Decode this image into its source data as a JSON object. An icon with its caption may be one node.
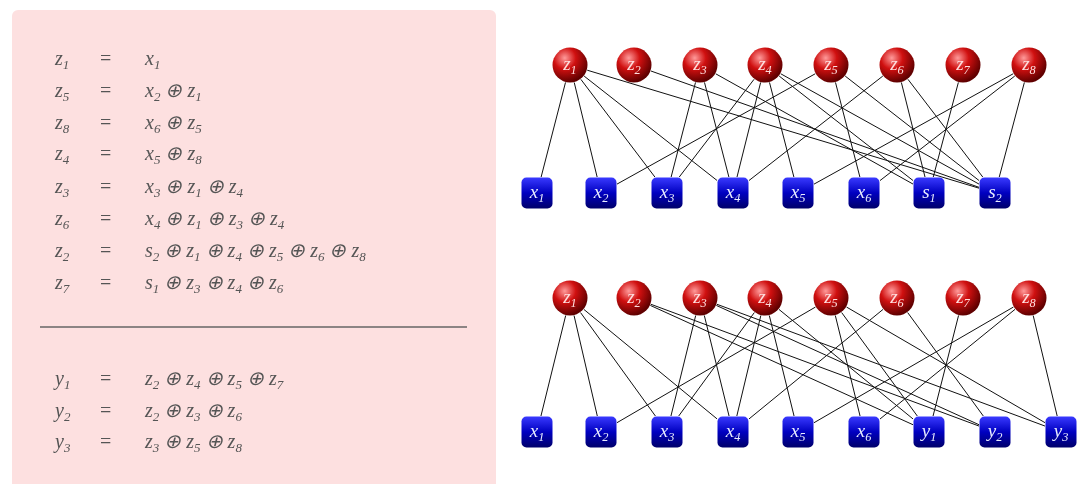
{
  "diagram": {
    "nodes": [
      {
        "text": [
          "z$_{1}$"
        ]
      },
      {
        "text": [
          "z$_{2}$"
        ]
      },
      {
        "text": [
          "z$_{3}$"
        ]
      },
      {
        "text": [
          "z$_{4}$"
        ]
      },
      {
        "text": [
          "z$_{5}$"
        ]
      },
      {
        "text": [
          "z$_{6}$"
        ]
      },
      {
        "text": [
          "z$_{7}$"
        ]
      },
      {
        "text": [
          "z$_{8}$"
        ]
      },
      {
        "text": [
          "x$_{1}$"
        ]
      },
      {
        "text": [
          "x$_{2}$"
        ]
      },
      {
        "text": [
          "x$_{3}$"
        ]
      },
      {
        "text": [
          "x$_{4}$"
        ]
      },
      {
        "text": [
          "x$_{5}$"
        ]
      },
      {
        "text": [
          "x$_{6}$"
        ]
      },
      {
        "text": [
          "s$_{1}$"
        ]
      },
      {
        "text": [
          "s$_{2}$"
        ]
      },
      {
        "text": [
          "z$_{1}$"
        ]
      },
      {
        "text": [
          "z$_{2}$"
        ]
      },
      {
        "text": [
          "z$_{3}$"
        ]
      },
      {
        "text": [
          "z$_{4}$"
        ]
      },
      {
        "text": [
          "z$_{5}$"
        ]
      },
      {
        "text": [
          "z$_{6}$"
        ]
      },
      {
        "text": [
          "z$_{7}$"
        ]
      },
      {
        "text": [
          "z$_{8}$"
        ]
      },
      {
        "text": [
          "x$_{1}$"
        ]
      },
      {
        "text": [
          "x$_{2}$"
        ]
      },
      {
        "text": [
          "x$_{3}$"
        ]
      },
      {
        "text": [
          "x$_{4}$"
        ]
      },
      {
        "text": [
          "x$_{5}$"
        ]
      },
      {
        "text": [
          "x$_{6}$"
        ]
      },
      {
        "text": [
          "y$_{1}$"
        ]
      },
      {
        "text": [
          "y$_{2}$"
        ]
      },
      {
        "text": [
          "y$_{3}$"
        ]
      }
    ],
    "edges": [
      {
        "from": 0,
        "to": 8,
        "arrow": "none"
      },
      {
        "from": 0,
        "to": 9,
        "arrow": "none"
      },
      {
        "from": 4,
        "to": 9,
        "arrow": "none"
      },
      {
        "from": 0,
        "to": 10,
        "arrow": "none"
      },
      {
        "from": 2,
        "to": 10,
        "arrow": "none"
      },
      {
        "from": 3,
        "to": 10,
        "arrow": "none"
      },
      {
        "from": 0,
        "to": 11,
        "arrow": "none"
      },
      {
        "from": 2,
        "to": 11,
        "arrow": "none"
      },
      {
        "from": 3,
        "to": 11,
        "arrow": "none"
      },
      {
        "from": 5,
        "to": 11,
        "arrow": "none"
      },
      {
        "from": 3,
        "to": 12,
        "arrow": "none"
      },
      {
        "from": 7,
        "to": 12,
        "arrow": "none"
      },
      {
        "from": 4,
        "to": 13,
        "arrow": "none"
      },
      {
        "from": 7,
        "to": 13,
        "arrow": "none"
      },
      {
        "from": 2,
        "to": 14,
        "arrow": "none"
      },
      {
        "from": 3,
        "to": 14,
        "arrow": "none"
      },
      {
        "from": 5,
        "to": 14,
        "arrow": "none"
      },
      {
        "from": 6,
        "to": 14,
        "arrow": "none"
      },
      {
        "from": 0,
        "to": 15,
        "arrow": "none"
      },
      {
        "from": 1,
        "to": 15,
        "arrow": "none"
      },
      {
        "from": 3,
        "to": 15,
        "arrow": "none"
      },
      {
        "from": 4,
        "to": 15,
        "arrow": "none"
      },
      {
        "from": 5,
        "to": 15,
        "arrow": "none"
      },
      {
        "from": 7,
        "to": 15,
        "arrow": "none"
      },
      {
        "from": 16,
        "to": 24,
        "arrow": "none"
      },
      {
        "from": 16,
        "to": 25,
        "arrow": "none"
      },
      {
        "from": 20,
        "to": 25,
        "arrow": "none"
      },
      {
        "from": 16,
        "to": 26,
        "arrow": "none"
      },
      {
        "from": 18,
        "to": 26,
        "arrow": "none"
      },
      {
        "from": 19,
        "to": 26,
        "arrow": "none"
      },
      {
        "from": 16,
        "to": 27,
        "arrow": "none"
      },
      {
        "from": 18,
        "to": 27,
        "arrow": "none"
      },
      {
        "from": 19,
        "to": 27,
        "arrow": "none"
      },
      {
        "from": 21,
        "to": 27,
        "arrow": "none"
      },
      {
        "from": 19,
        "to": 28,
        "arrow": "none"
      },
      {
        "from": 23,
        "to": 28,
        "arrow": "none"
      },
      {
        "from": 20,
        "to": 29,
        "arrow": "none"
      },
      {
        "from": 23,
        "to": 29,
        "arrow": "none"
      },
      {
        "from": 17,
        "to": 30,
        "arrow": "none"
      },
      {
        "from": 19,
        "to": 30,
        "arrow": "none"
      },
      {
        "from": 20,
        "to": 30,
        "arrow": "none"
      },
      {
        "from": 22,
        "to": 30,
        "arrow": "none"
      },
      {
        "from": 17,
        "to": 31,
        "arrow": "none"
      },
      {
        "from": 18,
        "to": 31,
        "arrow": "none"
      },
      {
        "from": 21,
        "to": 31,
        "arrow": "none"
      },
      {
        "from": 18,
        "to": 32,
        "arrow": "none"
      },
      {
        "from": 20,
        "to": 32,
        "arrow": "none"
      },
      {
        "from": 23,
        "to": 32,
        "arrow": "none"
      }
    ],
    "labels": [
      "z$_{1}$",
      "=",
      "x$_{1}$",
      "z$_{5}$",
      "=",
      "x$_{2}$ ⊕ z$_{1}$",
      "z$_{8}$",
      "=",
      "x$_{6}$ ⊕ z$_{5}$",
      "z$_{4}$",
      "=",
      "x$_{5}$ ⊕ z$_{8}$",
      "z$_{3}$",
      "=",
      "x$_{3}$ ⊕ z$_{1}$ ⊕ z$_{4}$",
      "z$_{6}$",
      "=",
      "x$_{4}$ ⊕ z$_{1}$ ⊕ z$_{3}$ ⊕ z$_{4}$",
      "z$_{2}$",
      "=",
      "s$_{2}$ ⊕ z$_{1}$ ⊕ z$_{4}$ ⊕ z$_{5}$ ⊕ z$_{6}$ ⊕ z$_{8}$",
      "z$_{7}$",
      "=",
      "s$_{1}$ ⊕ z$_{3}$ ⊕ z$_{4}$ ⊕ z$_{6}$",
      "y$_{1}$",
      "=",
      "z$_{2}$ ⊕ z$_{4}$ ⊕ z$_{5}$ ⊕ z$_{7}$",
      "y$_{2}$",
      "=",
      "z$_{2}$ ⊕ z$_{3}$ ⊕ z$_{6}$",
      "y$_{3}$",
      "=",
      "z$_{3}$ ⊕ z$_{5}$ ⊕ z$_{8}$"
    ]
  }
}
